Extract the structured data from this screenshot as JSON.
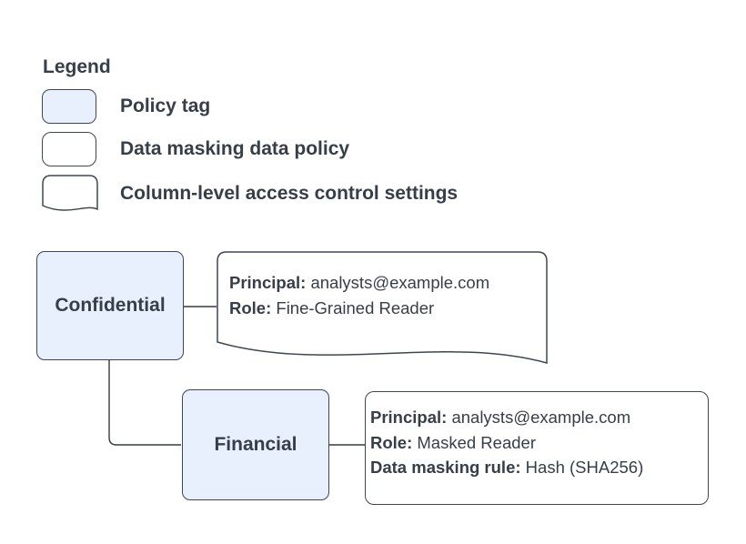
{
  "colors": {
    "policy_tag_fill": "#E8F0FE",
    "shape_stroke": "#3F4651",
    "text": "#373E49",
    "background": "#FFFFFF"
  },
  "legend": {
    "title": "Legend",
    "items": [
      {
        "swatch": "policy-tag-swatch",
        "label": "Policy tag"
      },
      {
        "swatch": "data-masking-policy-swatch",
        "label": "Data masking data policy"
      },
      {
        "swatch": "column-access-settings-swatch",
        "label": "Column-level access control settings"
      }
    ]
  },
  "diagram": {
    "policy_tags": [
      {
        "name": "Confidential"
      },
      {
        "name": "Financial"
      }
    ],
    "acl_settings_note": {
      "lines": [
        {
          "label": "Principal:",
          "value": "analysts@example.com"
        },
        {
          "label": "Role:",
          "value": "Fine-Grained Reader"
        }
      ]
    },
    "masking_policy_note": {
      "lines": [
        {
          "label": "Principal:",
          "value": "analysts@example.com"
        },
        {
          "label": "Role:",
          "value": "Masked Reader"
        },
        {
          "label": "Data masking rule:",
          "value": "Hash (SHA256)"
        }
      ]
    }
  }
}
